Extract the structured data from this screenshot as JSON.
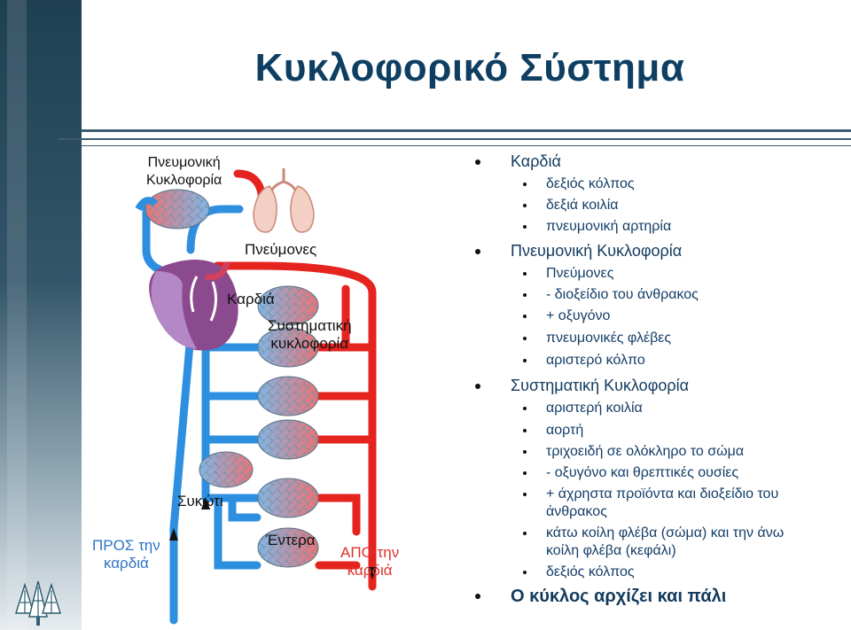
{
  "title": "Κυκλοφορικό Σύστημα",
  "labels": {
    "pulmonary": "Πνευμονική\nΚυκλοφορία",
    "lungs": "Πνεύμονες",
    "heart": "Καρδιά",
    "systemic": "Συστηματική\nκυκλοφορία",
    "liver": "Συκώτι",
    "intestines": "Έντερα",
    "to_heart": "ΠΡΟΣ την\nκαρδιά",
    "from_heart": "ΑΠΟ την\nκαρδιά"
  },
  "outline": [
    {
      "level": 1,
      "text": "Καρδιά"
    },
    {
      "level": 2,
      "text": "δεξιός κόλπος"
    },
    {
      "level": 2,
      "text": "δεξιά κοιλία"
    },
    {
      "level": 2,
      "text": "πνευμονική αρτηρία"
    },
    {
      "level": 1,
      "text": "Πνευμονική Κυκλοφορία"
    },
    {
      "level": 2,
      "text": "Πνεύμονες"
    },
    {
      "level": 2,
      "text": "- διοξείδιο του άνθρακος"
    },
    {
      "level": 2,
      "text": "+ οξυγόνο"
    },
    {
      "level": 2,
      "text": "πνευμονικές φλέβες"
    },
    {
      "level": 2,
      "text": "αριστερό κόλπο"
    },
    {
      "level": 1,
      "text": "Συστηματική Κυκλοφορία"
    },
    {
      "level": 2,
      "text": "αριστερή κοιλία"
    },
    {
      "level": 2,
      "text": "αορτή"
    },
    {
      "level": 2,
      "text": "τριχοειδή σε ολόκληρο το σώμα"
    },
    {
      "level": 2,
      "text": "- οξυγόνο και θρεπτικές ουσίες"
    },
    {
      "level": 2,
      "text": "+ άχρηστα προϊόντα και διοξείδιο του"
    },
    {
      "level": 3,
      "text": "άνθρακος"
    },
    {
      "level": 2,
      "text": "κάτω κοίλη φλέβα (σώμα) και την άνω"
    },
    {
      "level": 3,
      "text": "κοίλη φλέβα (κεφάλι)"
    },
    {
      "level": 2,
      "text": "δεξιός κόλπος"
    },
    {
      "level": 0,
      "text": "Ο κύκλος αρχίζει και πάλι"
    }
  ],
  "colors": {
    "oxygenated": "#e5231f",
    "deoxygenated": "#2e8fe0",
    "title": "#0e3f63"
  }
}
